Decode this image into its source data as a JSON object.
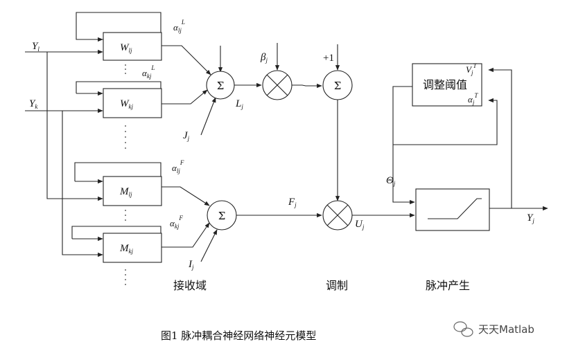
{
  "inputs": {
    "y_l": "Y",
    "y_l_sub": "l",
    "y_k": "Y",
    "y_k_sub": "k"
  },
  "blocks": {
    "w_lj": "W",
    "w_lj_sub": "lj",
    "w_kj": "W",
    "w_kj_sub": "kj",
    "m_lj": "M",
    "m_lj_sub": "lj",
    "m_kj": "M",
    "m_kj_sub": "kj",
    "threshold": "调整阈值",
    "threshold_v": "V",
    "threshold_v_sub": "j",
    "threshold_v_sup": "T",
    "threshold_a": "α",
    "threshold_a_sub": "j",
    "threshold_a_sup": "T"
  },
  "symbols": {
    "sum": "Σ",
    "multiply": "×"
  },
  "labels": {
    "alpha_lj_L": "α",
    "alpha_lj_L_sub": "lj",
    "alpha_lj_L_sup": "L",
    "alpha_kj_L": "α",
    "alpha_kj_L_sub": "kj",
    "alpha_kj_L_sup": "L",
    "alpha_lj_F": "α",
    "alpha_lj_F_sub": "lj",
    "alpha_lj_F_sup": "F",
    "alpha_kj_F": "α",
    "alpha_kj_F_sub": "kj",
    "alpha_kj_F_sup": "F",
    "beta": "β",
    "beta_sub": "j",
    "plus_one": "+1",
    "L": "L",
    "L_sub": "j",
    "J": "J",
    "J_sub": "j",
    "F": "F",
    "F_sub": "j",
    "I": "I",
    "I_sub": "j",
    "U": "U",
    "U_sub": "j",
    "theta": "Θ",
    "theta_sub": "j",
    "Y_out": "Y",
    "Y_out_sub": "j"
  },
  "sections": {
    "receive": "接收域",
    "modulate": "调制",
    "pulse": "脉冲产生"
  },
  "caption": "图1 脉冲耦合神经网络神经元模型",
  "watermark": "天天Matlab"
}
